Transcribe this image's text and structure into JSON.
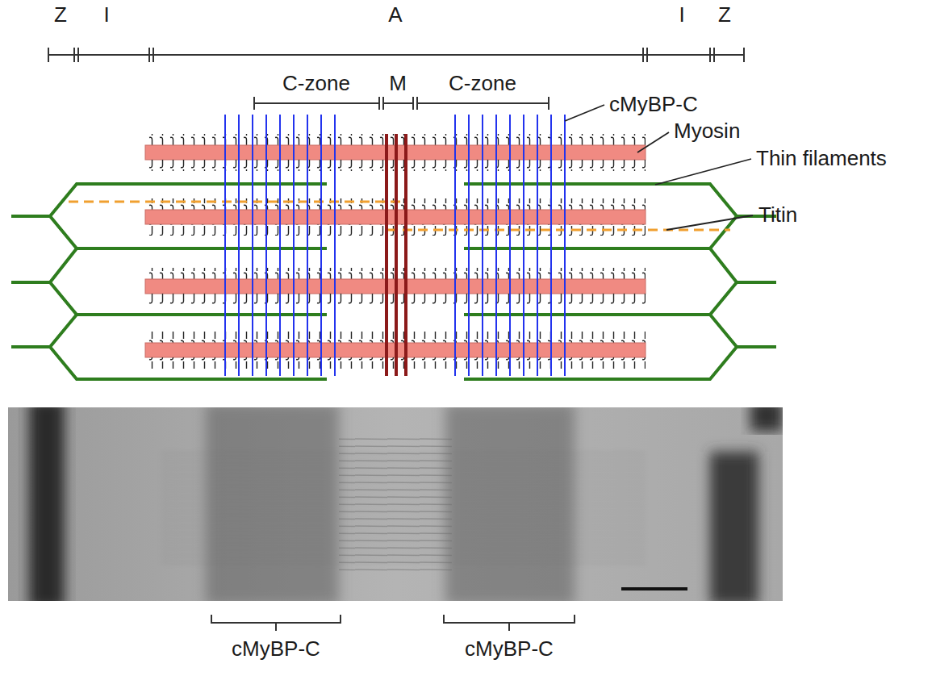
{
  "diagram": {
    "labels": [
      "Z",
      "I",
      "A",
      "I",
      "Z",
      "C-zone",
      "M",
      "C-zone",
      "cMyBP-C",
      "Myosin",
      "Thin filaments",
      "Titin",
      "cMyBP-C",
      "cMyBP-C"
    ]
  }
}
